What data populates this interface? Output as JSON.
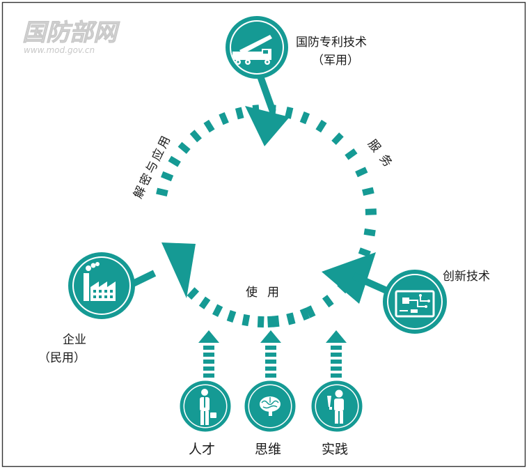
{
  "watermark": {
    "logo_text": "国防部网",
    "url_text": "www.mod.gov.cn"
  },
  "colors": {
    "teal": "#159a94",
    "border": "#333333",
    "text": "#1a1a1a",
    "watermark": "#dcdcdc"
  },
  "nodes": {
    "top": {
      "title": "国防专利技术",
      "subtitle": "（军用）",
      "icon": "missile-truck-icon"
    },
    "left": {
      "title": "企业",
      "subtitle": "（民用）",
      "icon": "factory-icon"
    },
    "right": {
      "title": "创新技术",
      "icon": "circuit-board-icon"
    }
  },
  "arcs": {
    "left_arc": "解密与应用",
    "right_arc": "服务",
    "bottom_arc": "使用"
  },
  "inputs": [
    {
      "label": "人才",
      "icon": "businessman-icon"
    },
    {
      "label": "思维",
      "icon": "brain-icon"
    },
    {
      "label": "实践",
      "icon": "worker-icon"
    }
  ]
}
